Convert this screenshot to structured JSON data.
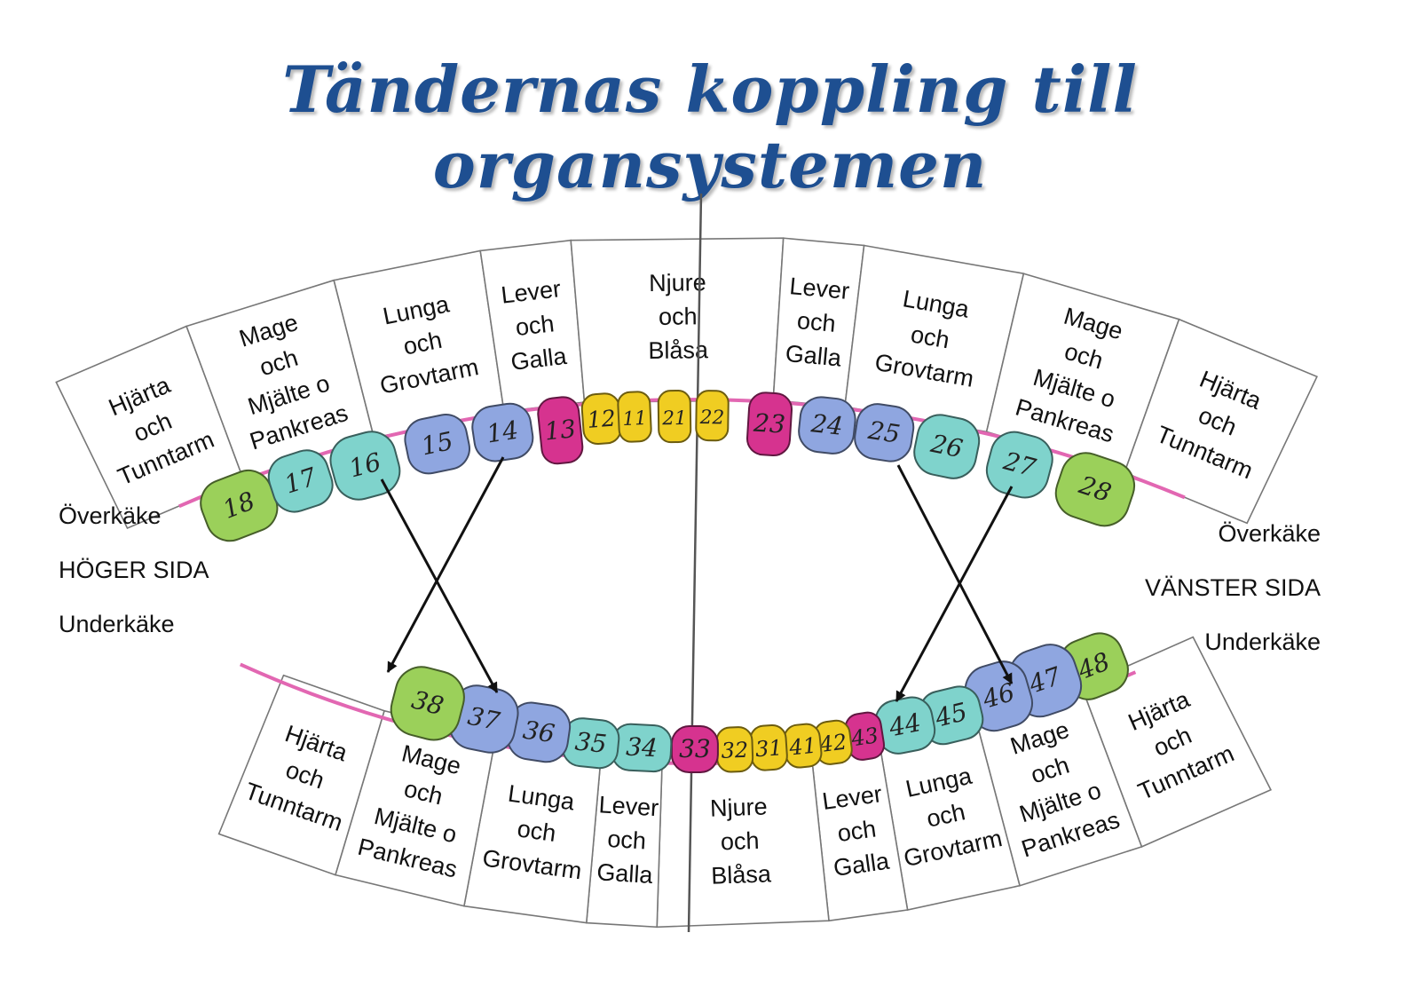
{
  "title": "Tändernas koppling till organsystemen",
  "side_labels": {
    "right_side": {
      "upper": "Överkäke",
      "side": "HÖGER SIDA",
      "lower": "Underkäke"
    },
    "left_side": {
      "upper": "Överkäke",
      "side": "VÄNSTER SIDA",
      "lower": "Underkäke"
    }
  },
  "colors": {
    "title": "#1e4f91",
    "Hjärta och Tunntarm": "#9bd05a",
    "Mage och Mjälte o Pankreas": "#7fd3cc",
    "Lunga och Grovtarm": "#8fa6e0",
    "Lever och Galla": "#d6338f",
    "Njure och Blåsa": "#f0cd22",
    "gum_line": "#e267b2"
  },
  "upper_teeth": [
    {
      "num": "18",
      "organ": "Hjärta och Tunntarm"
    },
    {
      "num": "17",
      "organ": "Mage och Mjälte o Pankreas"
    },
    {
      "num": "16",
      "organ": "Mage och Mjälte o Pankreas"
    },
    {
      "num": "15",
      "organ": "Lunga och Grovtarm"
    },
    {
      "num": "14",
      "organ": "Lunga och Grovtarm"
    },
    {
      "num": "13",
      "organ": "Lever och Galla"
    },
    {
      "num": "12",
      "organ": "Njure och Blåsa"
    },
    {
      "num": "11",
      "organ": "Njure och Blåsa"
    },
    {
      "num": "21",
      "organ": "Njure och Blåsa"
    },
    {
      "num": "22",
      "organ": "Njure och Blåsa"
    },
    {
      "num": "23",
      "organ": "Lever och Galla"
    },
    {
      "num": "24",
      "organ": "Lunga och Grovtarm"
    },
    {
      "num": "25",
      "organ": "Lunga och Grovtarm"
    },
    {
      "num": "26",
      "organ": "Mage och Mjälte o Pankreas"
    },
    {
      "num": "27",
      "organ": "Mage och Mjälte o Pankreas"
    },
    {
      "num": "28",
      "organ": "Hjärta och Tunntarm"
    }
  ],
  "lower_teeth": [
    {
      "num": "48",
      "organ": "Hjärta och Tunntarm"
    },
    {
      "num": "47",
      "organ": "Lunga och Grovtarm"
    },
    {
      "num": "46",
      "organ": "Lunga och Grovtarm"
    },
    {
      "num": "45",
      "organ": "Mage och Mjälte o Pankreas"
    },
    {
      "num": "44",
      "organ": "Mage och Mjälte o Pankreas"
    },
    {
      "num": "43",
      "organ": "Lever och Galla"
    },
    {
      "num": "42",
      "organ": "Njure och Blåsa"
    },
    {
      "num": "41",
      "organ": "Njure och Blåsa"
    },
    {
      "num": "31",
      "organ": "Njure och Blåsa"
    },
    {
      "num": "32",
      "organ": "Njure och Blåsa"
    },
    {
      "num": "33",
      "organ": "Lever och Galla"
    },
    {
      "num": "34",
      "organ": "Mage och Mjälte o Pankreas"
    },
    {
      "num": "35",
      "organ": "Mage och Mjälte o Pankreas"
    },
    {
      "num": "36",
      "organ": "Lunga och Grovtarm"
    },
    {
      "num": "37",
      "organ": "Lunga och Grovtarm"
    },
    {
      "num": "38",
      "organ": "Hjärta och Tunntarm"
    }
  ],
  "upper_labels": [
    {
      "lines": [
        "Hjärta",
        "och",
        "Tunntarm"
      ]
    },
    {
      "lines": [
        "Mage",
        "och",
        "Mjälte o",
        "Pankreas"
      ]
    },
    {
      "lines": [
        "Lunga",
        "och",
        "Grovtarm"
      ]
    },
    {
      "lines": [
        "Lever",
        "och",
        "Galla"
      ]
    },
    {
      "lines": [
        "Njure",
        "och",
        "Blåsa"
      ]
    },
    {
      "lines": [
        "Lever",
        "och",
        "Galla"
      ]
    },
    {
      "lines": [
        "Lunga",
        "och",
        "Grovtarm"
      ]
    },
    {
      "lines": [
        "Mage",
        "och",
        "Mjälte o",
        "Pankreas"
      ]
    },
    {
      "lines": [
        "Hjärta",
        "och",
        "Tunntarm"
      ]
    }
  ],
  "lower_labels": [
    {
      "lines": [
        "Hjärta",
        "och",
        "Tunntarm"
      ]
    },
    {
      "lines": [
        "Mage",
        "och",
        "Mjälte o",
        "Pankreas"
      ]
    },
    {
      "lines": [
        "Lunga",
        "och",
        "Grovtarm"
      ]
    },
    {
      "lines": [
        "Lever",
        "och",
        "Galla"
      ]
    },
    {
      "lines": [
        "Njure",
        "och",
        "Blåsa"
      ]
    },
    {
      "lines": [
        "Lever",
        "och",
        "Galla"
      ]
    },
    {
      "lines": [
        "Lunga",
        "och",
        "Grovtarm"
      ]
    },
    {
      "lines": [
        "Mage",
        "och",
        "Mjälte o",
        "Pankreas"
      ]
    },
    {
      "lines": [
        "Hjärta",
        "och",
        "Tunntarm"
      ]
    }
  ]
}
